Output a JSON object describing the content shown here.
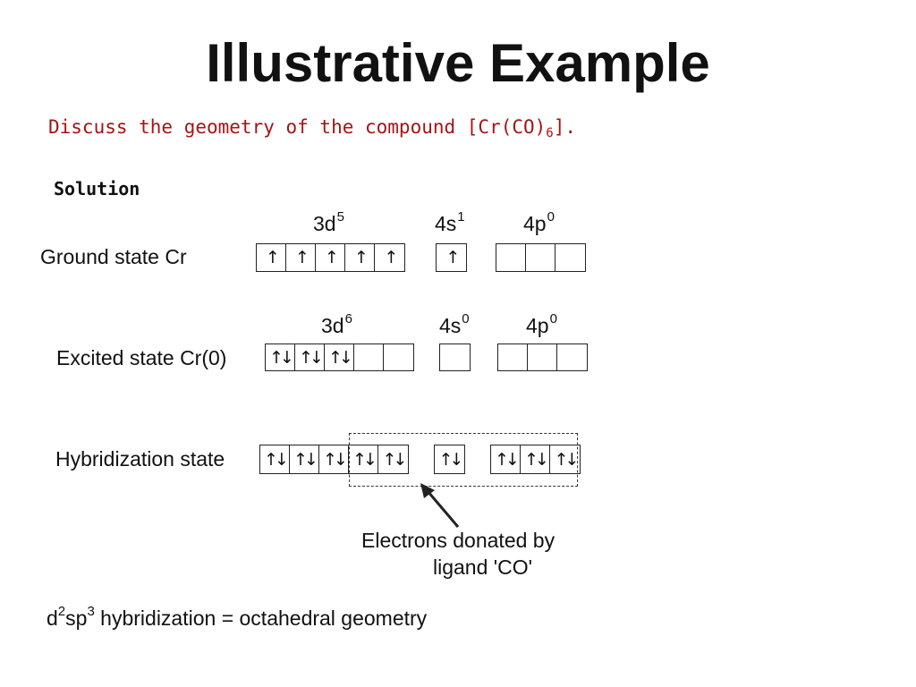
{
  "slide": {
    "title": "Illustrative Example",
    "question": {
      "prefix": "Discuss the geometry of the compound [Cr(CO)",
      "subscript": "6",
      "suffix": "]."
    },
    "solution_label": "Solution"
  },
  "diagram": {
    "ground": {
      "label": "Ground state  Cr",
      "heads": [
        {
          "orbital": "3d",
          "sup": "5"
        },
        {
          "orbital": "4s",
          "sup": "1"
        },
        {
          "orbital": "4p",
          "sup": "0"
        }
      ],
      "d_boxes": [
        "↑",
        "↑",
        "↑",
        "↑",
        "↑"
      ],
      "s_boxes": [
        "↑"
      ],
      "p_boxes": [
        "",
        "",
        ""
      ]
    },
    "excited": {
      "label": "Excited state  Cr(0)",
      "heads": [
        {
          "orbital": "3d",
          "sup": "6"
        },
        {
          "orbital": "4s",
          "sup": "0"
        },
        {
          "orbital": "4p",
          "sup": "0"
        }
      ],
      "d_boxes": [
        "↑↓",
        "↑↓",
        "↑↓",
        "",
        ""
      ],
      "s_boxes": [
        ""
      ],
      "p_boxes": [
        "",
        "",
        ""
      ]
    },
    "hybrid": {
      "label": "Hybridization state",
      "d_boxes": [
        "↑↓",
        "↑↓",
        "↑↓",
        "↑↓",
        "↑↓"
      ],
      "s_boxes": [
        "↑↓"
      ],
      "p_boxes": [
        "↑↓",
        "↑↓",
        "↑↓"
      ]
    },
    "annotation": {
      "line1": "Electrons donated by",
      "line2": "ligand 'CO'"
    }
  },
  "conclusion": {
    "d": "d",
    "d_sup": "2",
    "sp": "sp",
    "sp_sup": "3",
    "rest": " hybridization = octahedral geometry"
  },
  "colors": {
    "question": "#a31515",
    "text": "#111111"
  }
}
